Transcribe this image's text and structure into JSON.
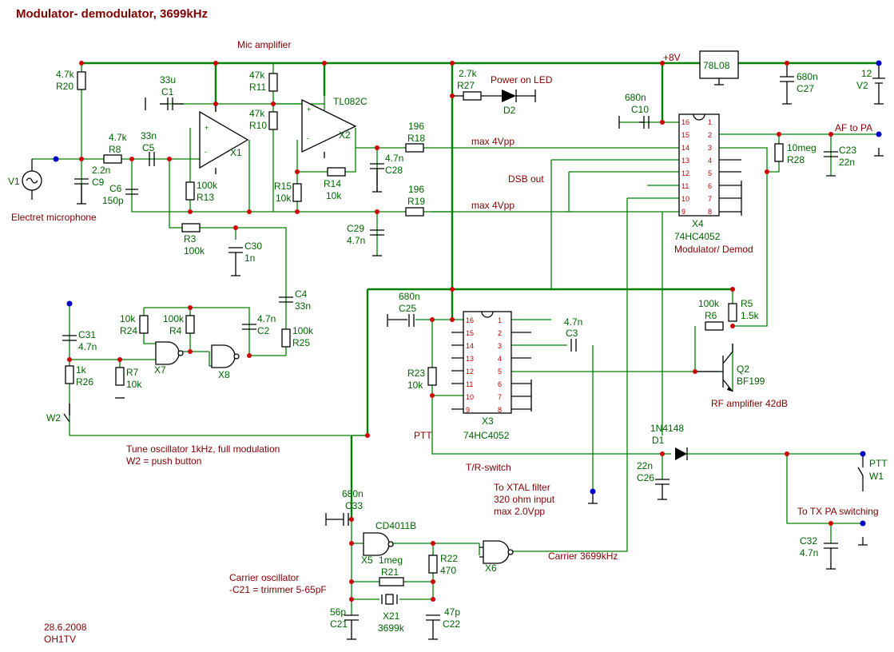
{
  "title": "Modulator- demodulator, 3699kHz",
  "notes": {
    "mic_amp": "Mic amplifier",
    "power_led": "Power on LED",
    "plus8v": "+8V",
    "af_to_pa": "AF to PA",
    "dsb_out": "DSB out",
    "max1": "max 4Vpp",
    "max2": "max 4Vpp",
    "mod_demod": "Modulator/ Demod",
    "rf_amp": "RF amplifier 42dB",
    "ptt": "PTT",
    "tr_switch": "T/R-switch",
    "xtal1": "To XTAL filter",
    "xtal2": "320 ohm input",
    "xtal3": "max 2.0Vpp",
    "tx_pa": "To TX PA switching",
    "tune1": "Tune oscillator 1kHz, full modulation",
    "tune2": "W2 = push button",
    "carrier_osc1": "Carrier oscillator",
    "carrier_osc2": "-C21 = trimmer 5-65pF",
    "carrier_out": "Carrier 3699kHz",
    "date": "28.6.2008",
    "author": "OH1TV",
    "electret": "Electret microphone",
    "ptt_w1": "PTT"
  },
  "components": {
    "R20": [
      "4.7k",
      "R20"
    ],
    "V1": "V1",
    "C9": [
      "2.2n",
      "C9"
    ],
    "R8": [
      "4.7k",
      "R8"
    ],
    "C5": [
      "33n",
      "C5"
    ],
    "C6": [
      "C6",
      "150p"
    ],
    "C1": [
      "33u",
      "C1"
    ],
    "X1": "X1",
    "R13": [
      "100k",
      "R13"
    ],
    "R11": [
      "47k",
      "R11"
    ],
    "R10": [
      "47k",
      "R10"
    ],
    "TL082C": "TL082C",
    "X2": "X2",
    "R15": [
      "R15",
      "10k"
    ],
    "R14": [
      "R14",
      "10k"
    ],
    "R18": [
      "196",
      "R18"
    ],
    "C28": [
      "4.7n",
      "C28"
    ],
    "R19": [
      "196",
      "R19"
    ],
    "C29": [
      "C29",
      "4.7n"
    ],
    "R3": [
      "R3",
      "100k"
    ],
    "C30": [
      "C30",
      "1n"
    ],
    "C4": [
      "C4",
      "33n"
    ],
    "R25": [
      "100k",
      "R25"
    ],
    "R27": [
      "2.7k",
      "R27"
    ],
    "D2": "D2",
    "C10": [
      "680n",
      "C10"
    ],
    "REG": "78L08",
    "C27": [
      "680n",
      "C27"
    ],
    "V2": [
      "12",
      "V2"
    ],
    "R28": [
      "10meg",
      "R28"
    ],
    "C23": [
      "C23",
      "22n"
    ],
    "X4": [
      "X4",
      "74HC4052"
    ],
    "C31": [
      "C31",
      "4.7n"
    ],
    "R26": [
      "1k",
      "R26"
    ],
    "R24": [
      "10k",
      "R24"
    ],
    "R4": [
      "100k",
      "R4"
    ],
    "C2": [
      "4.7n",
      "C2"
    ],
    "X7": "X7",
    "X8": "X8",
    "R7": [
      "R7",
      "10k"
    ],
    "W2": "W2",
    "C25": [
      "680n",
      "C25"
    ],
    "C3": [
      "4.7n",
      "C3"
    ],
    "R23": [
      "R23",
      "10k"
    ],
    "X3": [
      "X3",
      "74HC4052"
    ],
    "R6": [
      "100k",
      "R6"
    ],
    "R5": [
      "R5",
      "1.5k"
    ],
    "Q2": [
      "Q2",
      "BF199"
    ],
    "D1": [
      "1N4148",
      "D1"
    ],
    "C26": [
      "22n",
      "C26"
    ],
    "W1": "W1",
    "C32": [
      "C32",
      "4.7n"
    ],
    "C33": [
      "680n",
      "C33"
    ],
    "CD4011B": "CD4011B",
    "X5": "X5",
    "R21": [
      "1meg",
      "R21"
    ],
    "R22": [
      "R22",
      "470"
    ],
    "X6": "X6",
    "C21": [
      "56p",
      "C21"
    ],
    "X21": [
      "X21",
      "3699k"
    ],
    "C22": [
      "47p",
      "C22"
    ]
  },
  "pins": {
    "left": [
      "1",
      "2",
      "3",
      "4",
      "5",
      "6",
      "7",
      "8"
    ],
    "right": [
      "16",
      "15",
      "14",
      "13",
      "12",
      "11",
      "10",
      "9"
    ]
  }
}
